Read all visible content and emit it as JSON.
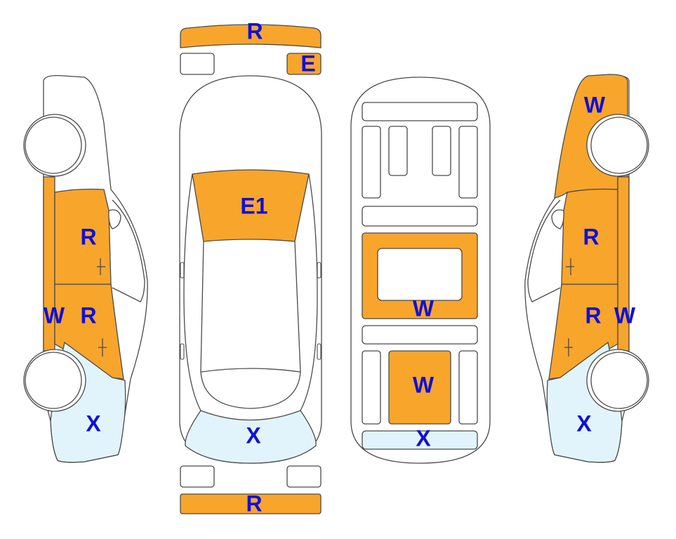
{
  "colors": {
    "damage_fill": "#f8a52c",
    "damage_alt_fill": "#e1f4fb",
    "outline": "#4a4a4a",
    "label": "#1010d8",
    "background": "#ffffff"
  },
  "legend_codes": {
    "R": "R",
    "E": "E",
    "E1": "E1",
    "W": "W",
    "X": "X"
  },
  "left_side_view": {
    "rear_door_code": "R",
    "front_door_code": "R",
    "sill_code": "W",
    "front_fender_code": "X"
  },
  "top_view": {
    "front_bumper_code": "R",
    "small_part_code": "E",
    "windshield_code": "E1",
    "hood_code": "X",
    "rear_bumper_code": "R"
  },
  "underbody_view": {
    "center_floor_code": "W",
    "front_floor_code": "W",
    "front_cross_member_code": "X"
  },
  "right_side_view": {
    "rear_quarter_code": "W",
    "rear_door_code": "R",
    "front_door_code": "R",
    "sill_code": "W",
    "front_fender_code": "X"
  }
}
